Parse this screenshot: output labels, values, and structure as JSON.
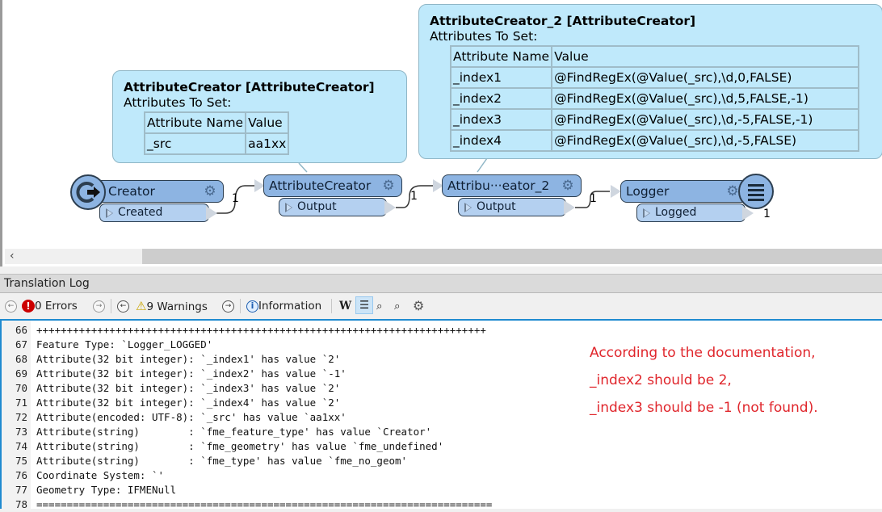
{
  "canvas": {
    "tooltips": [
      {
        "title": "AttributeCreator [AttributeCreator]",
        "subtitle": "Attributes To Set:",
        "header": [
          "Attribute Name",
          "Value"
        ],
        "rows": [
          [
            "_src",
            "aa1xx"
          ]
        ]
      },
      {
        "title": "AttributeCreator_2 [AttributeCreator]",
        "subtitle": "Attributes To Set:",
        "header": [
          "Attribute Name",
          "Value"
        ],
        "rows": [
          [
            "_index1",
            "@FindRegEx(@Value(_src),\\d,0,FALSE)"
          ],
          [
            "_index2",
            "@FindRegEx(@Value(_src),\\d,5,FALSE,-1)"
          ],
          [
            "_index3",
            "@FindRegEx(@Value(_src),\\d,-5,FALSE,-1)"
          ],
          [
            "_index4",
            "@FindRegEx(@Value(_src),\\d,-5,FALSE)"
          ]
        ]
      }
    ],
    "nodes": [
      {
        "name": "Creator",
        "port": "Created",
        "count": "1"
      },
      {
        "name": "AttributeCreator",
        "port": "Output",
        "count": "1"
      },
      {
        "name": "Attribu···eator_2",
        "port": "Output",
        "count": "1"
      },
      {
        "name": "Logger",
        "port": "Logged",
        "count": "1"
      }
    ],
    "scroll_left_icon": "‹"
  },
  "log_panel": {
    "title": "Translation Log",
    "toolbar": {
      "errors_label": "0 Errors",
      "warnings_label": "9 Warnings",
      "information_label": "Information",
      "error_icon": "!",
      "warning_icon": "⚠",
      "info_icon": "i",
      "prev_icon": "←",
      "next_icon": "→"
    },
    "lines": [
      {
        "n": "66",
        "text": "++++++++++++++++++++++++++++++++++++++++++++++++++++++++++++++++++++++++++"
      },
      {
        "n": "67",
        "text": "Feature Type: `Logger_LOGGED'"
      },
      {
        "n": "68",
        "text": "Attribute(32 bit integer): `_index1' has value `2'"
      },
      {
        "n": "69",
        "text": "Attribute(32 bit integer): `_index2' has value `-1'"
      },
      {
        "n": "70",
        "text": "Attribute(32 bit integer): `_index3' has value `2'"
      },
      {
        "n": "71",
        "text": "Attribute(32 bit integer): `_index4' has value `2'"
      },
      {
        "n": "72",
        "text": "Attribute(encoded: UTF-8): `_src' has value `aa1xx'"
      },
      {
        "n": "73",
        "text": "Attribute(string)        : `fme_feature_type' has value `Creator'"
      },
      {
        "n": "74",
        "text": "Attribute(string)        : `fme_geometry' has value `fme_undefined'"
      },
      {
        "n": "75",
        "text": "Attribute(string)        : `fme_type' has value `fme_no_geom'"
      },
      {
        "n": "76",
        "text": "Coordinate System: `'"
      },
      {
        "n": "77",
        "text": "Geometry Type: IFMENull"
      },
      {
        "n": "78",
        "text": "==========================================================================="
      }
    ],
    "annotation": [
      "According to the documentation,",
      "_index2 should be 2,",
      "_index3 should be -1 (not found)."
    ]
  },
  "colors": {
    "tooltip_bg": "#bfe9fb",
    "node_bg": "#8db4e2",
    "port_bg": "#b4d0f0",
    "annotation": "#e0262c",
    "log_border": "#1f8bd0"
  }
}
